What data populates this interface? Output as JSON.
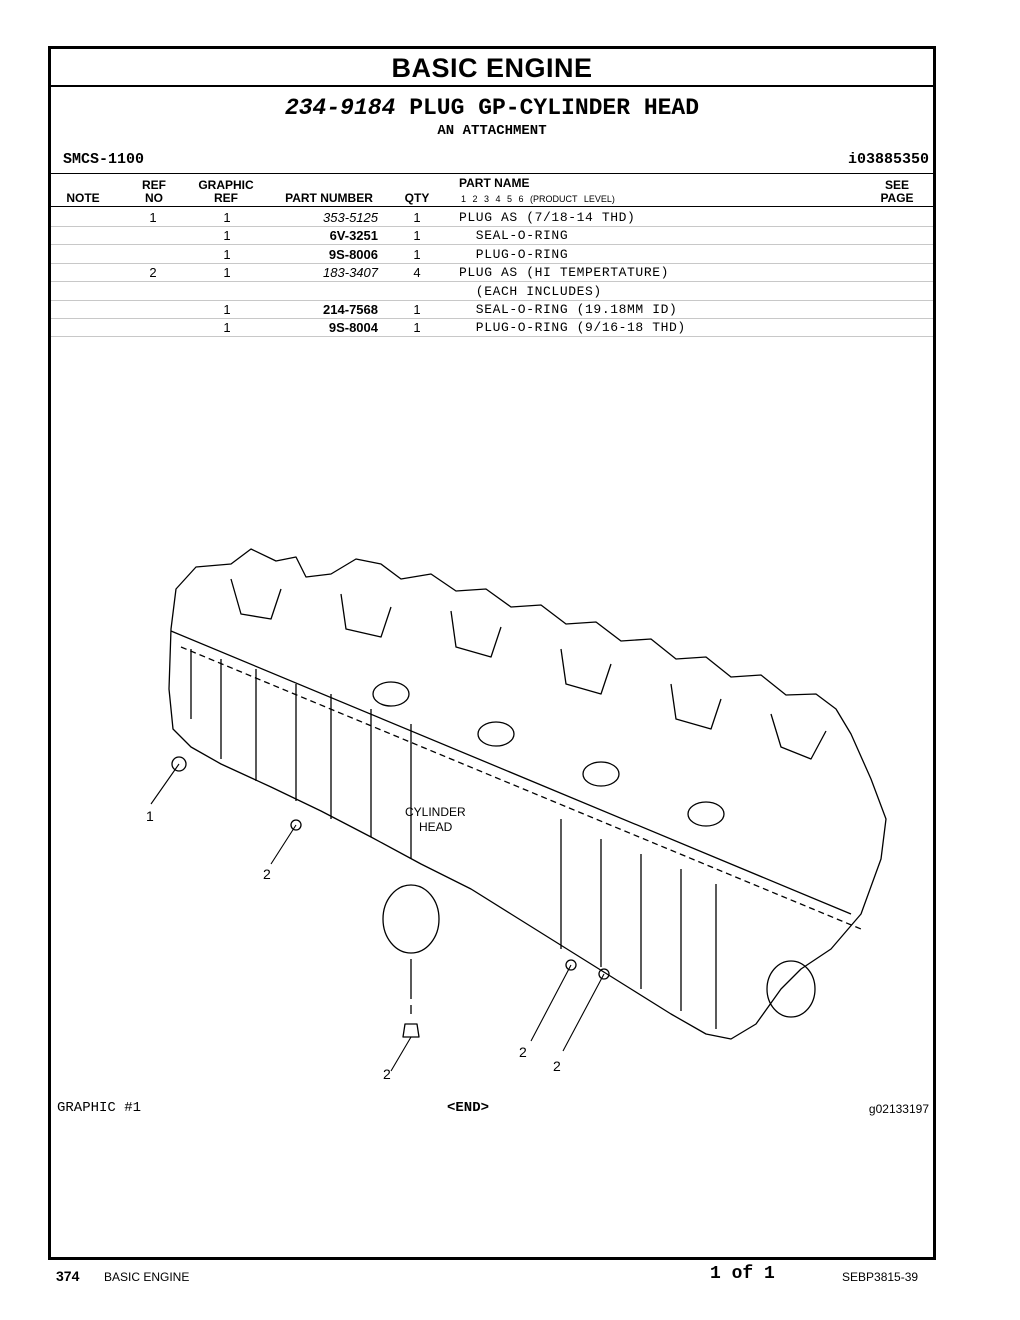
{
  "header": {
    "section_title": "BASIC ENGINE",
    "group_part_number": "234-9184",
    "group_name": "PLUG GP-CYLINDER HEAD",
    "attachment": "AN ATTACHMENT",
    "smcs": "SMCS-1100",
    "illustration_id": "i03885350"
  },
  "columns": {
    "note": "NOTE",
    "ref_top": "REF",
    "ref_bottom": "NO",
    "graphic_top": "GRAPHIC",
    "graphic_bottom": "REF",
    "part_number": "PART NUMBER",
    "qty": "QTY",
    "part_name": "PART NAME",
    "product_levels": "1  2  3  4  5  6  (PRODUCT LEVEL)",
    "see_top": "SEE",
    "see_bottom": "PAGE"
  },
  "rows": [
    {
      "ref": "1",
      "graphic": "1",
      "part_number": "353-5125",
      "qty": "1",
      "name": "PLUG AS (7/18-14 THD)"
    },
    {
      "ref": "",
      "graphic": "1",
      "part_number": "6V-3251",
      "qty": "1",
      "name": "  SEAL-O-RING"
    },
    {
      "ref": "",
      "graphic": "1",
      "part_number": "9S-8006",
      "qty": "1",
      "name": "  PLUG-O-RING"
    },
    {
      "ref": "2",
      "graphic": "1",
      "part_number": "183-3407",
      "qty": "4",
      "name": "PLUG AS (HI TEMPERTATURE)"
    },
    {
      "ref": "",
      "graphic": "",
      "part_number": "",
      "qty": "",
      "name": "  (EACH INCLUDES)"
    },
    {
      "ref": "",
      "graphic": "1",
      "part_number": "214-7568",
      "qty": "1",
      "name": "  SEAL-O-RING (19.18MM ID)"
    },
    {
      "ref": "",
      "graphic": "1",
      "part_number": "9S-8004",
      "qty": "1",
      "name": "  PLUG-O-RING (9/16-18 THD)"
    }
  ],
  "illustration": {
    "label_line1": "CYLINDER",
    "label_line2": "HEAD",
    "callout_1": "1",
    "callout_2a": "2",
    "callout_2b": "2",
    "callout_2c": "2",
    "callout_2d": "2"
  },
  "graphic_label": "GRAPHIC #1",
  "end_label": "<END>",
  "graphic_id": "g02133197",
  "footer": {
    "page_number": "374",
    "section": "BASIC ENGINE",
    "page_of": "1 of 1",
    "doc_id": "SEBP3815-39"
  }
}
